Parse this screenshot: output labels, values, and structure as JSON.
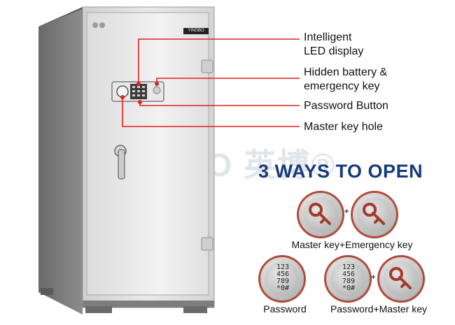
{
  "callouts": {
    "led_line1": "Intelligent",
    "led_line2": "LED display",
    "battery_line1": "Hidden battery &",
    "battery_line2": "emergency key",
    "password_button": "Password Button",
    "master_key_hole": "Master key hole"
  },
  "headline": "3 WAYS TO OPEN",
  "watermark": "YINGBO 英博®",
  "brand_plate": "YINGBO",
  "methods": [
    {
      "caption": "Master key+Emergency key"
    },
    {
      "caption": "Password"
    },
    {
      "caption": "Password+Master key"
    }
  ],
  "keypad": {
    "row1": "123",
    "row2": "456",
    "row3": "789",
    "row4": "*0#"
  },
  "plus_sign": "+",
  "colors": {
    "callout_line": "#e3221a",
    "headline": "#173a7a",
    "badge_ring": "#b04a3a",
    "key_icon": "#a33a2c"
  }
}
